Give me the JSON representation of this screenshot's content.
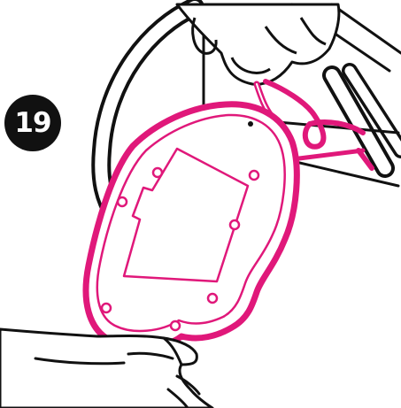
{
  "step": {
    "number": "19"
  },
  "colors": {
    "highlight": "#e0187a",
    "outline": "#111111",
    "background": "#ffffff"
  },
  "illustration": {
    "parts": [
      "frame-bars",
      "upper-hand",
      "lower-hand",
      "tray-panel",
      "strap"
    ]
  }
}
